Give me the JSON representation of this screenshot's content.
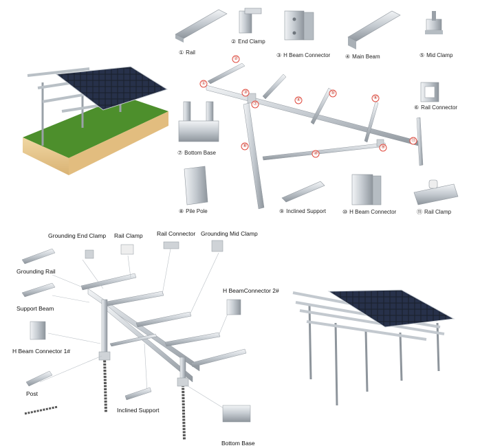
{
  "colors": {
    "accent": "#e0483c",
    "panel": "#1c2230",
    "metal": "#c8cdd2",
    "grass": "#4a8a2a",
    "soil": "#e8c98c"
  },
  "top_parts": [
    {
      "num": "①",
      "label": "Rail"
    },
    {
      "num": "②",
      "label": "End Clamp"
    },
    {
      "num": "③",
      "label": "H Beam Connector"
    },
    {
      "num": "④",
      "label": "Main Beam"
    },
    {
      "num": "⑤",
      "label": "Mid Clamp"
    },
    {
      "num": "⑥",
      "label": "Rail Connector"
    },
    {
      "num": "⑦",
      "label": "Bottom Base"
    },
    {
      "num": "⑧",
      "label": "Pile Pole"
    },
    {
      "num": "⑨",
      "label": "Inclined Support"
    },
    {
      "num": "⑩",
      "label": "H Beam Connector"
    },
    {
      "num": "⑪",
      "label": "Rail Clamp"
    }
  ],
  "callouts": [
    "①",
    "②",
    "③",
    "④",
    "⑤",
    "⑥",
    "⑦",
    "⑧",
    "⑨",
    "⑩",
    "⑪"
  ],
  "bottom_parts": {
    "grounding_end_clamp": "Grounding End Clamp",
    "rail_clamp": "Rail Clamp",
    "rail_connector": "Rail Connector",
    "grounding_mid_clamp": "Grounding Mid Clamp",
    "grounding_rail": "Grounding Rail",
    "support_beam": "Support Beam",
    "h_beam_connector_1": "H Beam Connector 1#",
    "h_beam_connector_2": "H BeamConnector 2#",
    "post": "Post",
    "inclined_support": "Inclined Support",
    "bottom_base": "Bottom Base"
  }
}
